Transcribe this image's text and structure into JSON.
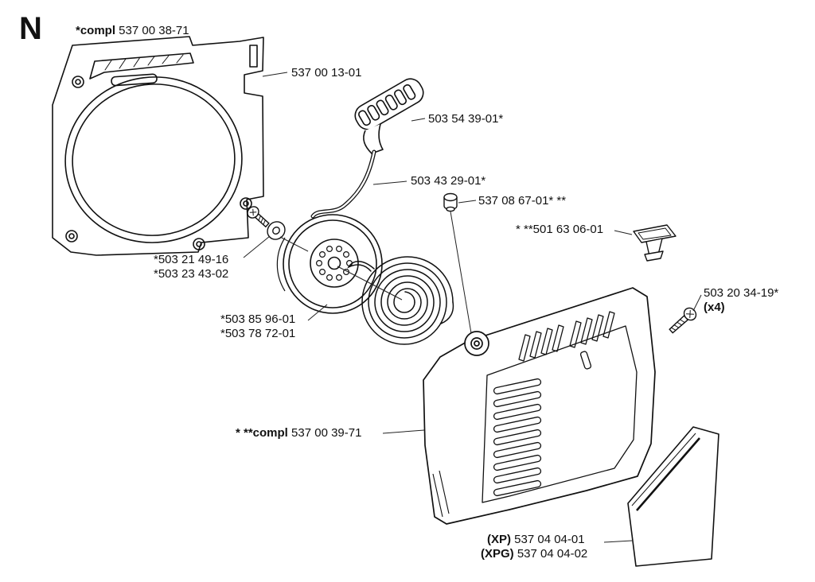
{
  "page": {
    "section_letter": "N",
    "background": "#ffffff",
    "ink": "#111111"
  },
  "labels": {
    "compl_housing": {
      "bold": "*compl",
      "rest": " 537 00 38-71"
    },
    "housing_plate": "537 00 13-01",
    "handle": "503 54 39-01*",
    "rope": "503 43 29-01*",
    "bushing": "537 08 67-01* **",
    "air_guide": "* **501 63 06-01",
    "screw": "*503 21 49-16",
    "washer": "*503 23 43-02",
    "cover_screw": "503 20 34-19*",
    "cover_screw_qty": "(x4)",
    "pulley": "*503 85 96-01",
    "spring": "*503 78 72-01",
    "compl_cover": {
      "bold": "* **compl",
      "rest": " 537 00 39-71"
    },
    "plate_xp": {
      "bold": "(XP)",
      "rest": " 537 04 04-01"
    },
    "plate_xpg": {
      "bold": "(XPG)",
      "rest": " 537 04 04-02"
    }
  }
}
